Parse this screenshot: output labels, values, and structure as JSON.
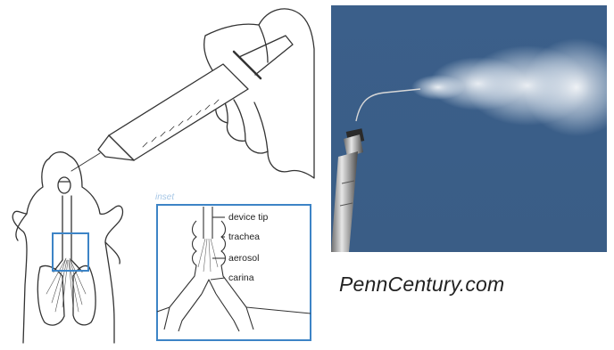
{
  "credit": {
    "text": "PennCentury.com"
  },
  "inset": {
    "label": "inset",
    "callouts": [
      "device tip",
      "trachea",
      "aerosol",
      "carina"
    ]
  },
  "colors": {
    "inset_frame": "#3d84c6",
    "inset_text": "#a7c7e6",
    "photo_background": "#3f6089",
    "line_art": "#333333"
  }
}
